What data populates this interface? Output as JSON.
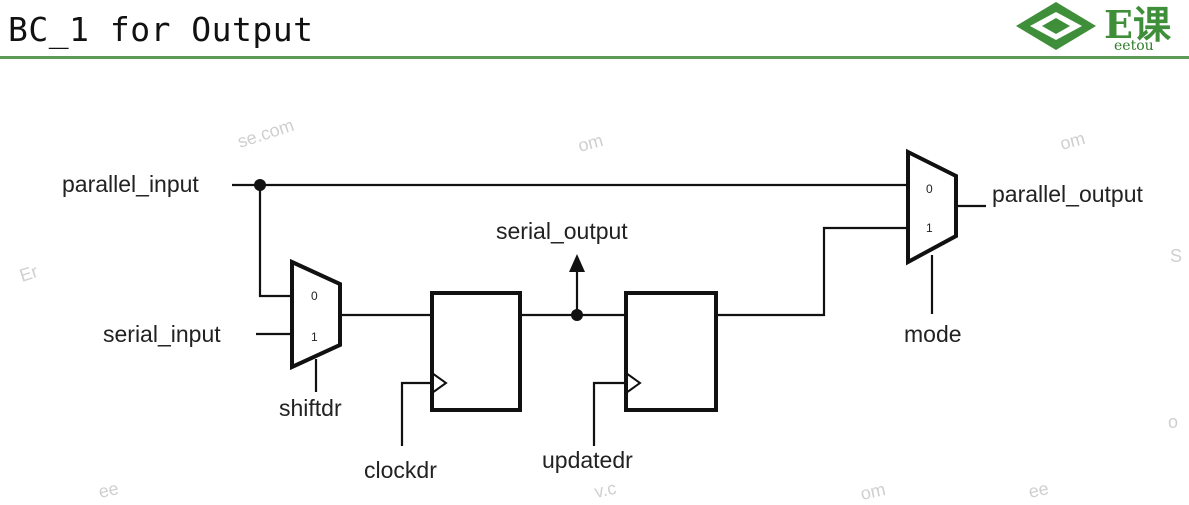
{
  "slide": {
    "title": "BC_1 for Output"
  },
  "logo": {
    "text": "E课",
    "subtext": "eetou"
  },
  "diagram": {
    "signals": {
      "parallel_input": "parallel_input",
      "serial_input": "serial_input",
      "shiftdr": "shiftdr",
      "clockdr": "clockdr",
      "serial_output": "serial_output",
      "updatedr": "updatedr",
      "parallel_output": "parallel_output",
      "mode": "mode"
    },
    "mux_input_shift": {
      "in0": "0",
      "in1": "1"
    },
    "mux_output": {
      "in0": "0",
      "in1": "1"
    }
  },
  "watermark": {
    "fragments": [
      "se.com",
      "om",
      "om",
      "Er",
      "S",
      "ee",
      "v.c",
      "om",
      "ee",
      "o"
    ]
  },
  "colors": {
    "title_rule": "#5d9a55",
    "logo_green": "#3f8e3a"
  }
}
